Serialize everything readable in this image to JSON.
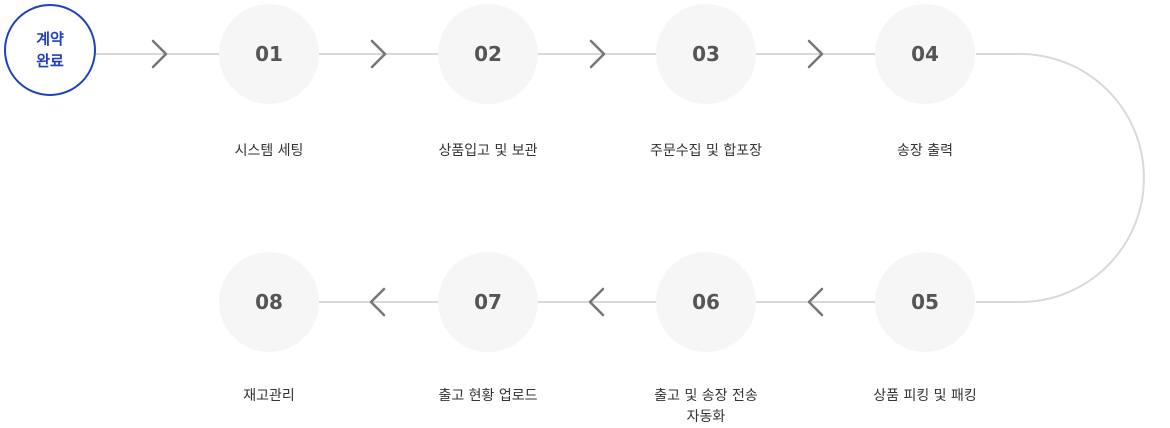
{
  "start": {
    "label": "계약\n완료"
  },
  "steps": [
    {
      "number": "01",
      "label": "시스템 세팅"
    },
    {
      "number": "02",
      "label": "상품입고 및 보관"
    },
    {
      "number": "03",
      "label": "주문수집 및 합포장"
    },
    {
      "number": "04",
      "label": "송장 출력"
    },
    {
      "number": "05",
      "label": "상품 피킹 및 패킹"
    },
    {
      "number": "06",
      "label": "출고 및 송장 전송\n자동화"
    },
    {
      "number": "07",
      "label": "출고 현황 업로드"
    },
    {
      "number": "08",
      "label": "재고관리"
    }
  ],
  "colors": {
    "accent": "#1f3fbf",
    "circle": "#f6f6f6",
    "line": "#d9d9d9",
    "chevron": "#777777"
  }
}
